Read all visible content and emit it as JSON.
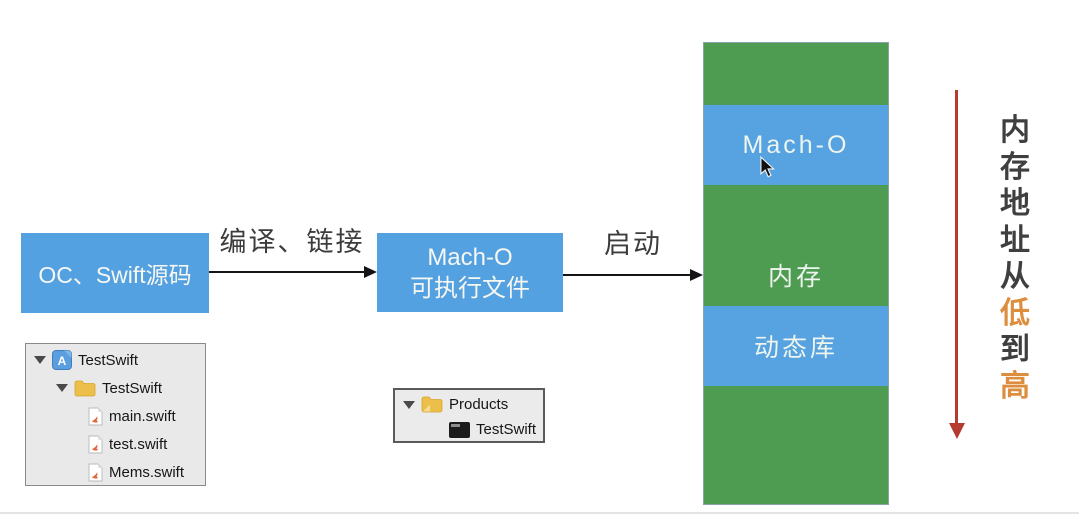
{
  "palette": {
    "box_blue": "#54a1e1",
    "section_green": "#4e9b52",
    "section_blue": "#57a2e1",
    "arrow_black": "#141414",
    "arrow_red": "#b53a2f",
    "note_dark": "#3f3f3f",
    "note_orange": "#dc8e3e"
  },
  "flow": {
    "source_box_label": "OC、Swift源码",
    "compile_arrow_label": "编译、链接",
    "macho_box_line1": "Mach-O",
    "macho_box_line2": "可执行文件",
    "launch_arrow_label": "启动"
  },
  "memory_column": {
    "sections": [
      {
        "label": "",
        "tone": "green"
      },
      {
        "label": "Mach-O",
        "tone": "blue"
      },
      {
        "label": "内存",
        "tone": "green"
      },
      {
        "label": "动态库",
        "tone": "blue"
      },
      {
        "label": "",
        "tone": "green"
      }
    ]
  },
  "address_note": {
    "text": "内存地址从低到高",
    "chars": [
      {
        "ch": "内",
        "tone": "dark"
      },
      {
        "ch": "存",
        "tone": "dark"
      },
      {
        "ch": "地",
        "tone": "dark"
      },
      {
        "ch": "址",
        "tone": "dark"
      },
      {
        "ch": "从",
        "tone": "dark"
      },
      {
        "ch": "低",
        "tone": "orange"
      },
      {
        "ch": "到",
        "tone": "dark"
      },
      {
        "ch": "高",
        "tone": "orange"
      }
    ]
  },
  "project_tree": {
    "root_label": "TestSwift",
    "folder_label": "TestSwift",
    "files": [
      "main.swift",
      "test.swift",
      "Mems.swift"
    ]
  },
  "products_tree": {
    "folder_label": "Products",
    "item_label": "TestSwift"
  }
}
